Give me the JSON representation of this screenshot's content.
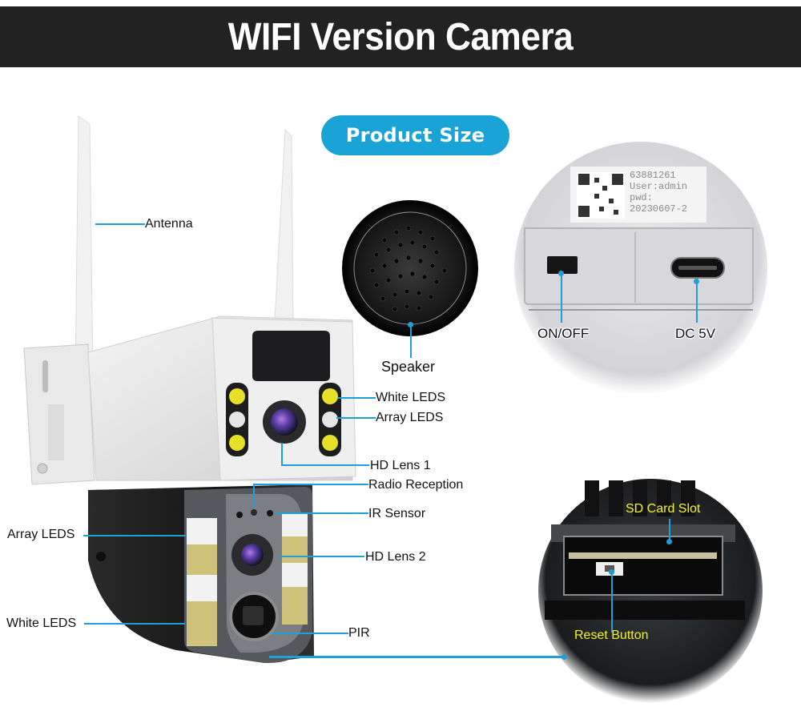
{
  "header": {
    "title": "WIFI Version Camera"
  },
  "badge": {
    "label": "Product Size"
  },
  "callouts": {
    "antenna": "Antenna",
    "speaker": "Speaker",
    "white_leds_top": "White LEDS",
    "array_leds_top": "Array LEDS",
    "hd_lens_1": "HD Lens 1",
    "radio_reception": "Radio Reception",
    "ir_sensor": "IR Sensor",
    "hd_lens_2": "HD Lens 2",
    "pir": "PIR",
    "array_leds_left": "Array LEDS",
    "white_leds_left": "White LEDS"
  },
  "power_inset": {
    "on_off": "ON/OFF",
    "dc_5v": "DC 5V",
    "sticker_lines": [
      "63881261",
      "User:admin",
      "pwd:",
      "20230607-2"
    ]
  },
  "sd_inset": {
    "sd_card_slot": "SD Card Slot",
    "reset_button": "Reset Button"
  },
  "colors": {
    "header_bg": "#222222",
    "accent_blue": "#1aa3d6",
    "leader_line": "#1e9fd8",
    "inset_label_yellow": "#f2f21c"
  }
}
